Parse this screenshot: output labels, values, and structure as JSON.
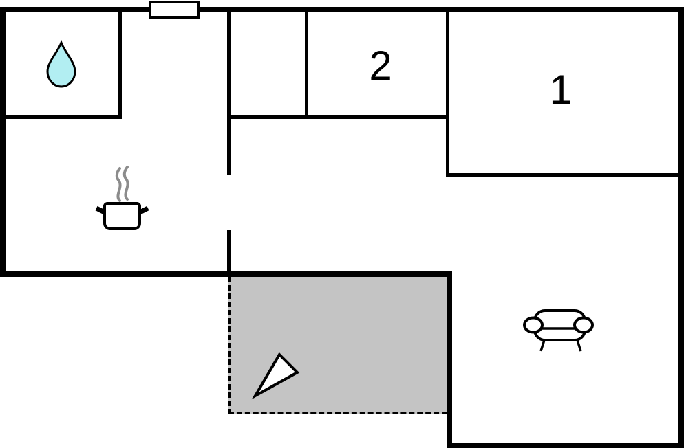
{
  "floorplan": {
    "rooms": [
      {
        "name": "bedroom-1",
        "label": "1"
      },
      {
        "name": "bedroom-2",
        "label": "2"
      }
    ],
    "icons": [
      "water-drop-icon",
      "steam-icon",
      "cooking-pot-icon",
      "sofa-icon",
      "north-arrow-icon",
      "chimney-marker"
    ],
    "colors": {
      "walls": "#000000",
      "background": "#ffffff",
      "terrace_fill": "#c4c4c4",
      "water_drop_fill": "#b2eef2",
      "steam": "#8c8c8c",
      "arrow_fill": "#ffffff"
    }
  }
}
